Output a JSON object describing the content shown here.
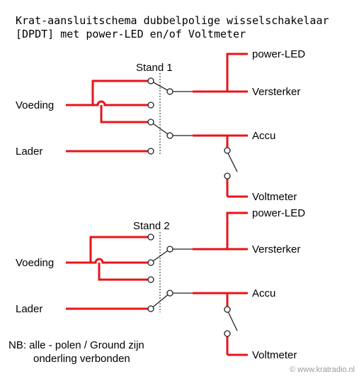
{
  "title": {
    "line1": "Krat-aansluitschema dubbelpolige wisselschakelaar",
    "line2": "[DPDT] met power-LED en/of Voltmeter"
  },
  "position1": {
    "label": "Stand 1",
    "left": {
      "voeding": "Voeding",
      "lader": "Lader"
    },
    "right": {
      "power_led": "power-LED",
      "versterker": "Versterker",
      "accu": "Accu",
      "voltmeter": "Voltmeter"
    }
  },
  "position2": {
    "label": "Stand 2",
    "left": {
      "voeding": "Voeding",
      "lader": "Lader"
    },
    "right": {
      "power_led": "power-LED",
      "versterker": "Versterker",
      "accu": "Accu",
      "voltmeter": "Voltmeter"
    }
  },
  "note": {
    "line1": "NB: alle - polen / Ground zijn",
    "line2": "onderling verbonden"
  },
  "copyright": "© www.kratradio.nl",
  "colors": {
    "wire": "#e8141a",
    "line": "#222222",
    "background": "#ffffff"
  }
}
